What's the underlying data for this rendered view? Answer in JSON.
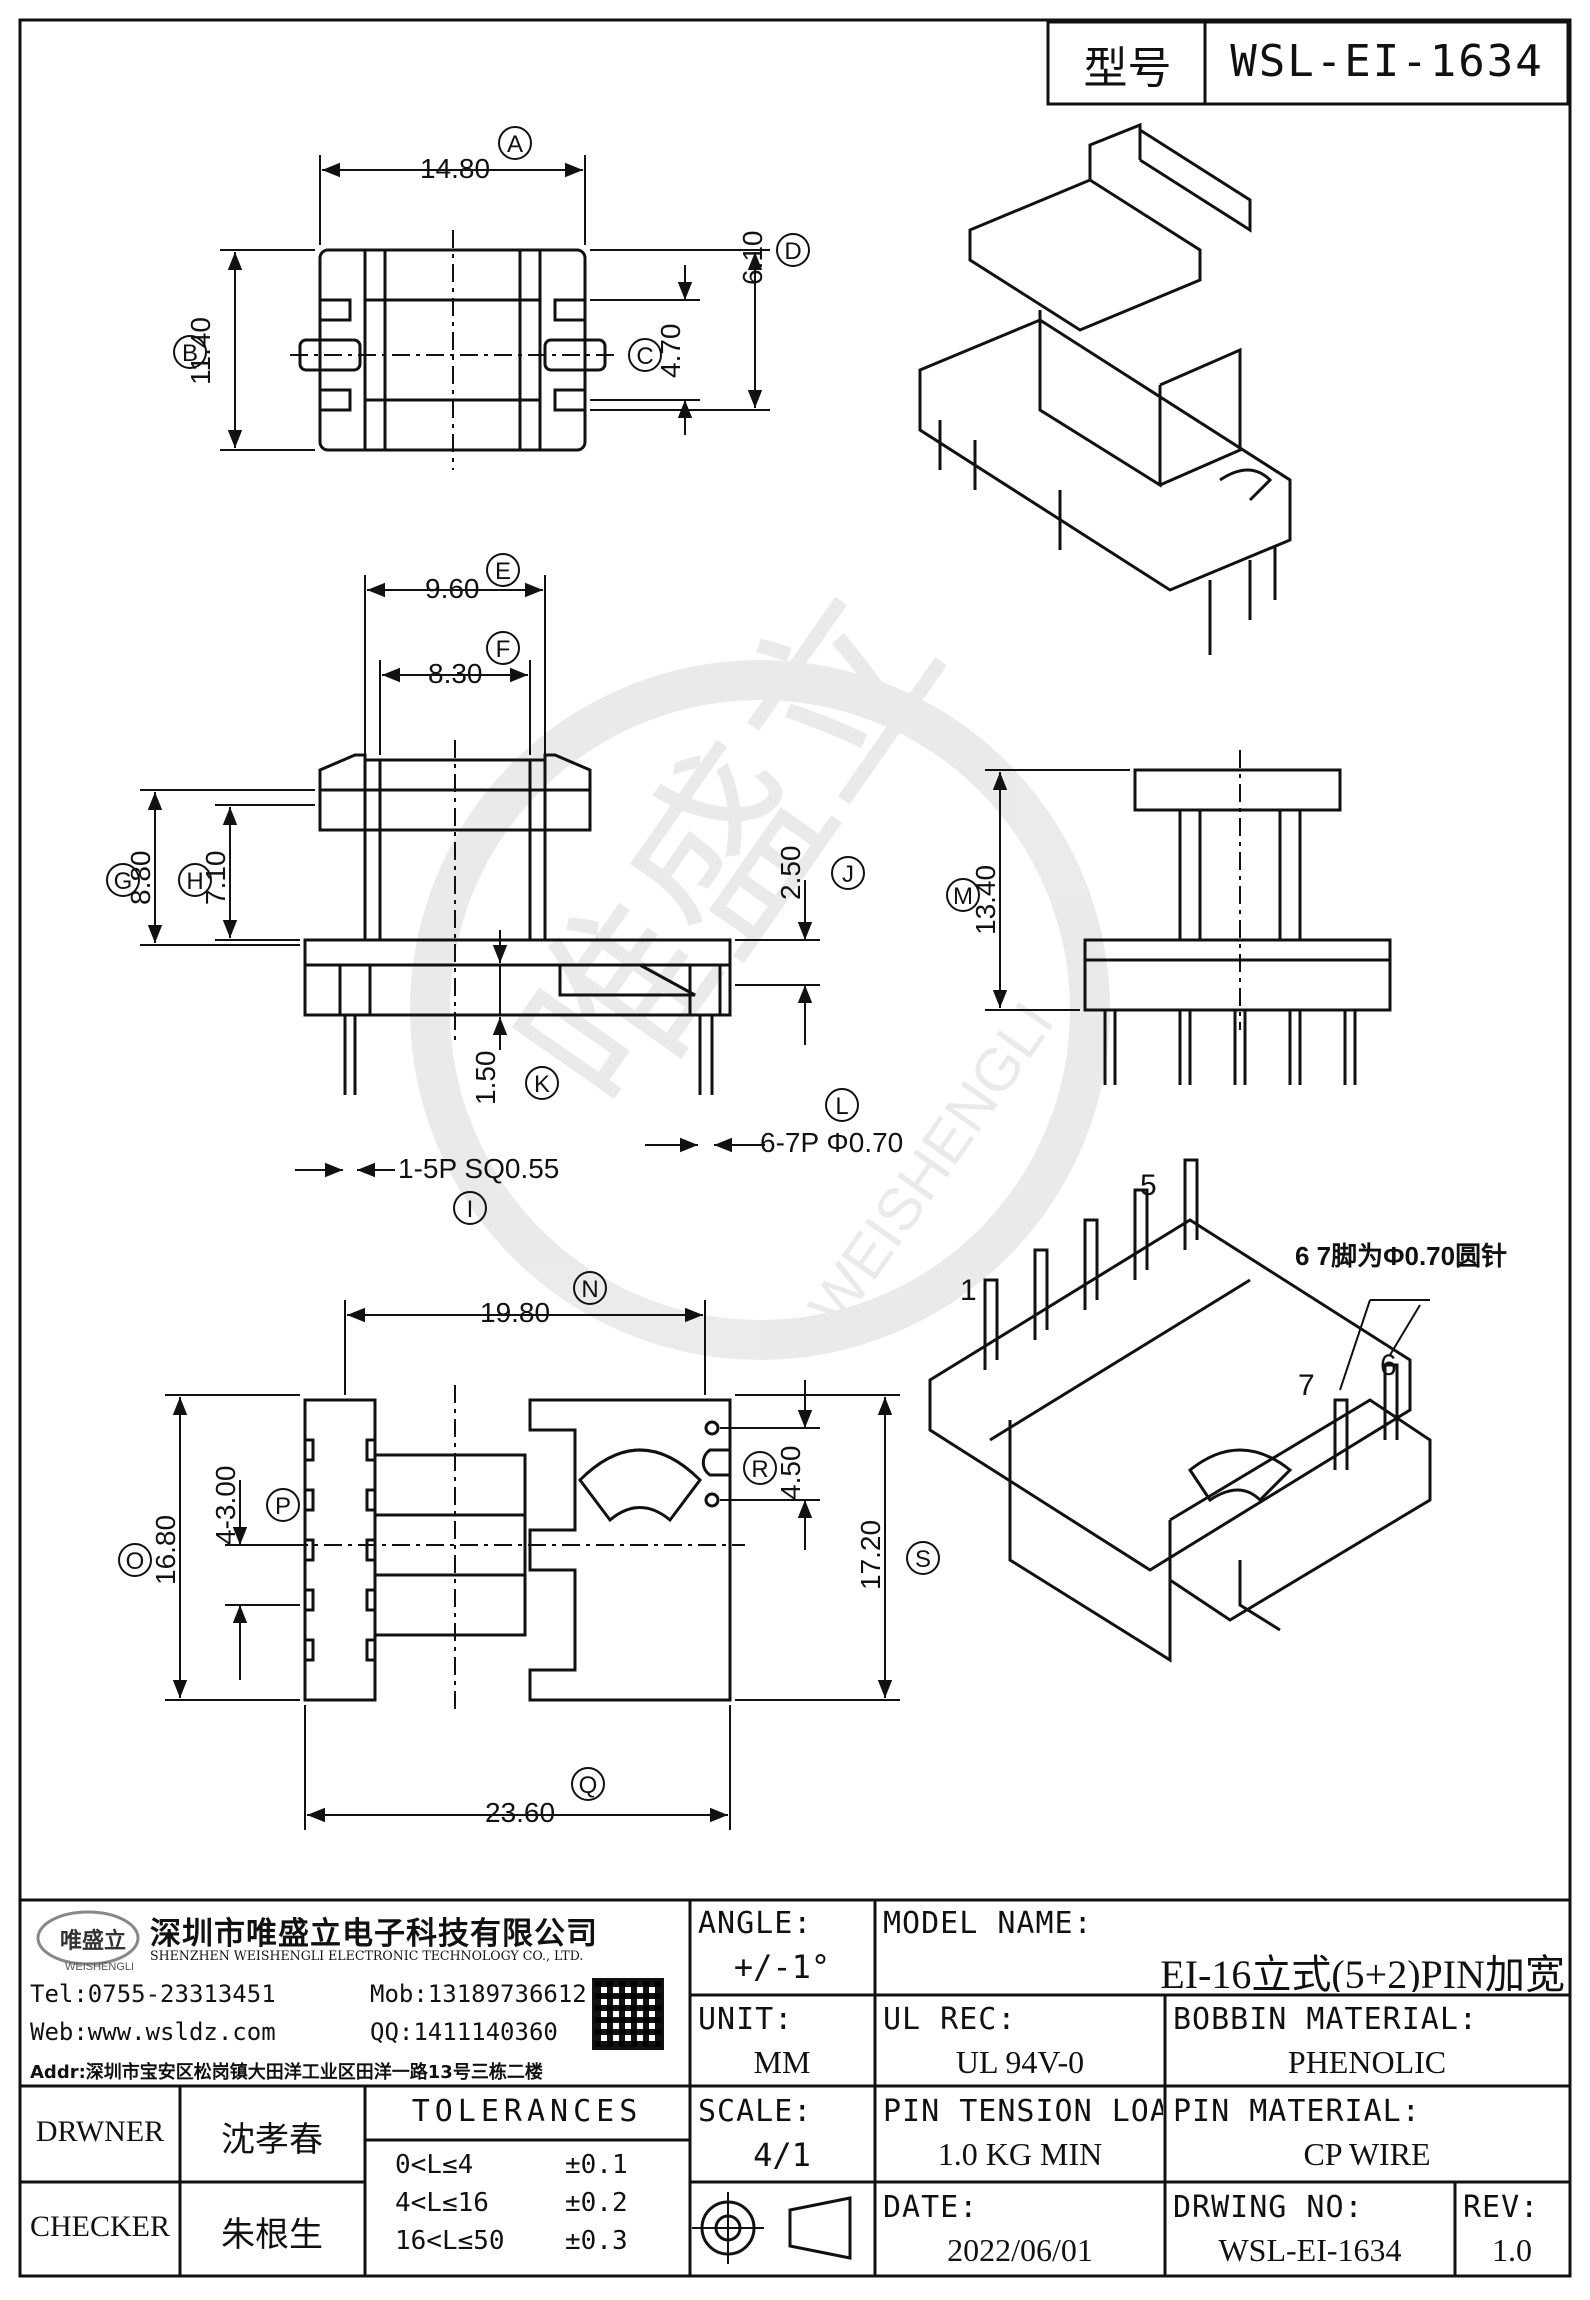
{
  "header": {
    "model_label": "型号",
    "model_value": "WSL-EI-1634"
  },
  "dimensions": {
    "A": "14.80",
    "B": "11.40",
    "C": "4.70",
    "D": "6.10",
    "E": "9.60",
    "F": "8.30",
    "G": "8.80",
    "H": "7.10",
    "J": "2.50",
    "K": "1.50",
    "L": "6-7P Φ0.70",
    "I": "1-5P SQ0.55",
    "M": "13.40",
    "N": "19.80",
    "O": "16.80",
    "P": "4-3.00",
    "Q": "23.60",
    "R": "4.50",
    "S": "17.20"
  },
  "balloons": [
    "A",
    "B",
    "C",
    "D",
    "E",
    "F",
    "G",
    "H",
    "J",
    "K",
    "L",
    "I",
    "M",
    "N",
    "O",
    "P",
    "Q",
    "R",
    "S"
  ],
  "pin_note": "6 7脚为Φ0.70圆针",
  "pin_numbers": [
    "1",
    "5",
    "6",
    "7"
  ],
  "watermark": {
    "text_cn": "唯盛立",
    "text_en": "WEISHENGLI"
  },
  "company": {
    "logo_text": "唯盛立",
    "logo_sub": "WEISHENGLI",
    "name_cn": "深圳市唯盛立电子科技有限公司",
    "name_en": "SHENZHEN WEISHENGLI ELECTRONIC TECHNOLOGY CO., LTD.",
    "tel": "Tel:0755-23313451",
    "mob": "Mob:13189736612",
    "web": "Web:www.wsldz.com",
    "qq": "QQ:1411140360",
    "addr": "Addr:深圳市宝安区松岗镇大田洋工业区田洋一路13号三栋二楼"
  },
  "title_block": {
    "drawer_label": "DRWNER",
    "drawer_name": "沈孝春",
    "checker_label": "CHECKER",
    "checker_name": "朱根生",
    "tolerances_label": "TOLERANCES",
    "tolerances": [
      {
        "range": "0<L≤4",
        "value": "±0.1"
      },
      {
        "range": "4<L≤16",
        "value": "±0.2"
      },
      {
        "range": "16<L≤50",
        "value": "±0.3"
      }
    ],
    "angle_label": "ANGLE:",
    "angle_value": "+/-1°",
    "unit_label": "UNIT:",
    "unit_value": "MM",
    "scale_label": "SCALE:",
    "scale_value": "4/1",
    "model_name_label": "MODEL NAME:",
    "model_name_value": "EI-16立式(5+2)PIN加宽",
    "ul_label": "UL REC:",
    "ul_value": "UL 94V-0",
    "bobbin_label": "BOBBIN MATERIAL:",
    "bobbin_value": "PHENOLIC",
    "pin_tension_label": "PIN TENSION LOAD:",
    "pin_tension_value": "1.0 KG MIN",
    "pin_material_label": "PIN MATERIAL:",
    "pin_material_value": "CP WIRE",
    "date_label": "DATE:",
    "date_value": "2022/06/01",
    "drawing_no_label": "DRWING NO:",
    "drawing_no_value": "WSL-EI-1634",
    "rev_label": "REV:",
    "rev_value": "1.0"
  }
}
